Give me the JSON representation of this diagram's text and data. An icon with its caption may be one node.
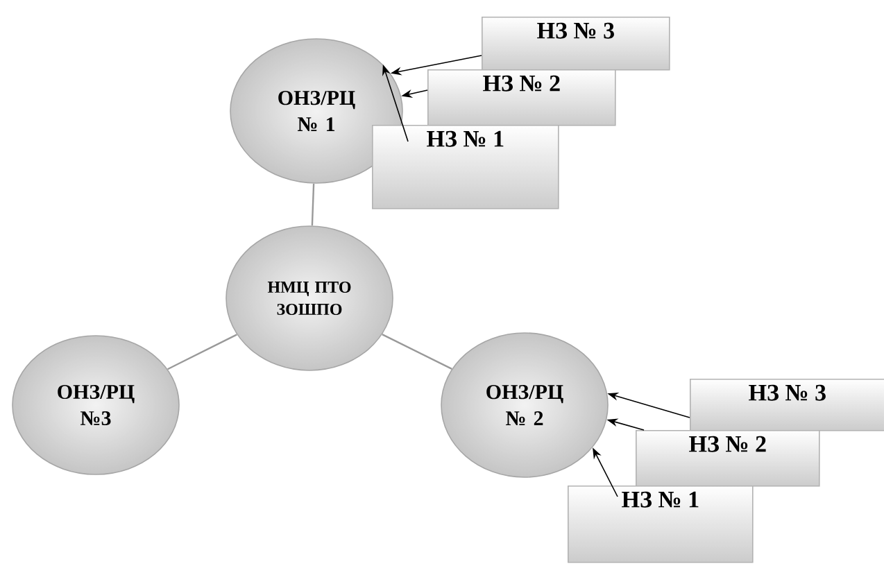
{
  "diagram": {
    "nodes": [
      {
        "text": [
          "ОНЗ/РЦ № 1"
        ]
      },
      {
        "text": [
          "НЗ № 3"
        ]
      },
      {
        "text": [
          "НЗ № 2"
        ]
      },
      {
        "text": [
          "НЗ № 1"
        ]
      },
      {
        "text": [
          "НМЦ ПТО ЗОШПО"
        ]
      },
      {
        "text": [
          "ОНЗ/РЦ №3"
        ]
      },
      {
        "text": [
          "ОНЗ/РЦ № 2"
        ]
      },
      {
        "text": [
          "НЗ № 3"
        ]
      },
      {
        "text": [
          "НЗ № 2"
        ]
      },
      {
        "text": [
          "НЗ № 1"
        ]
      }
    ],
    "edges": [
      {
        "from": 1,
        "to": 0,
        "arrow": "to"
      },
      {
        "from": 2,
        "to": 0,
        "arrow": "to"
      },
      {
        "from": 3,
        "to": 0,
        "arrow": "to"
      },
      {
        "from": 4,
        "to": 0,
        "arrow": "none",
        "color": "#999999"
      },
      {
        "from": 4,
        "to": 5,
        "arrow": "none",
        "color": "#999999"
      },
      {
        "from": 4,
        "to": 6,
        "arrow": "none",
        "color": "#999999"
      },
      {
        "from": 7,
        "to": 6,
        "arrow": "to"
      },
      {
        "from": 8,
        "to": 6,
        "arrow": "to"
      },
      {
        "from": 9,
        "to": 6,
        "arrow": "to"
      }
    ]
  }
}
